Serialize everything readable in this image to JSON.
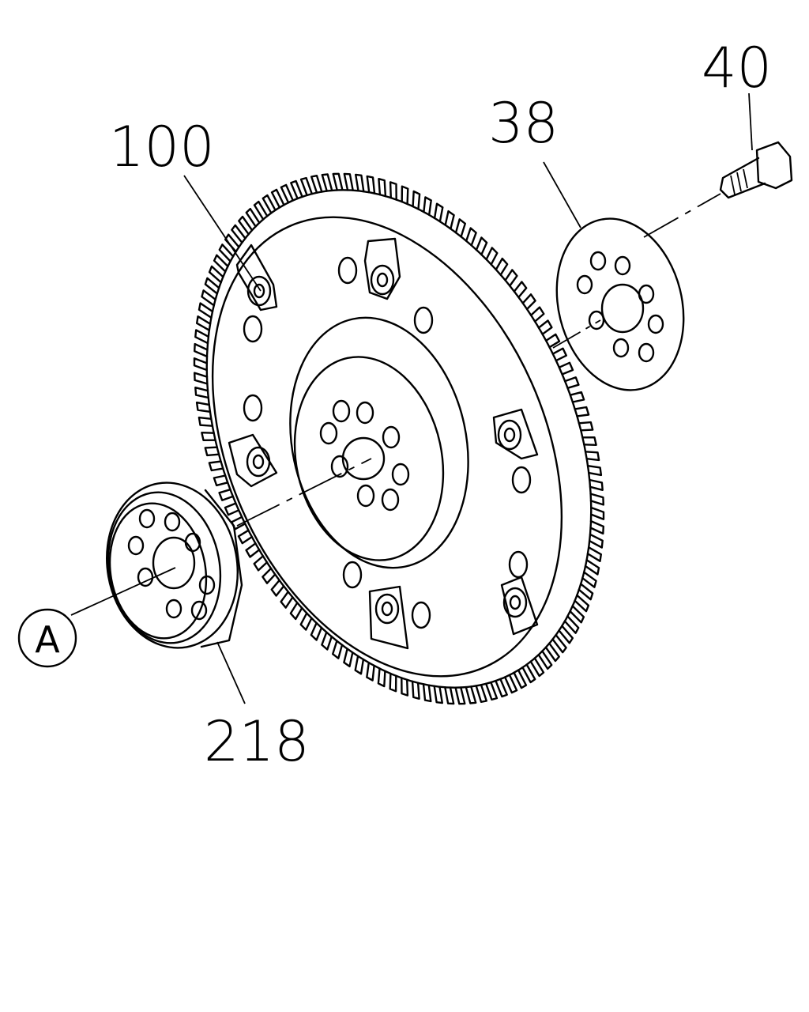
{
  "callouts": {
    "flywheel": "100",
    "plate": "38",
    "bolt": "40",
    "pilot": "218",
    "view_ref": "A"
  }
}
